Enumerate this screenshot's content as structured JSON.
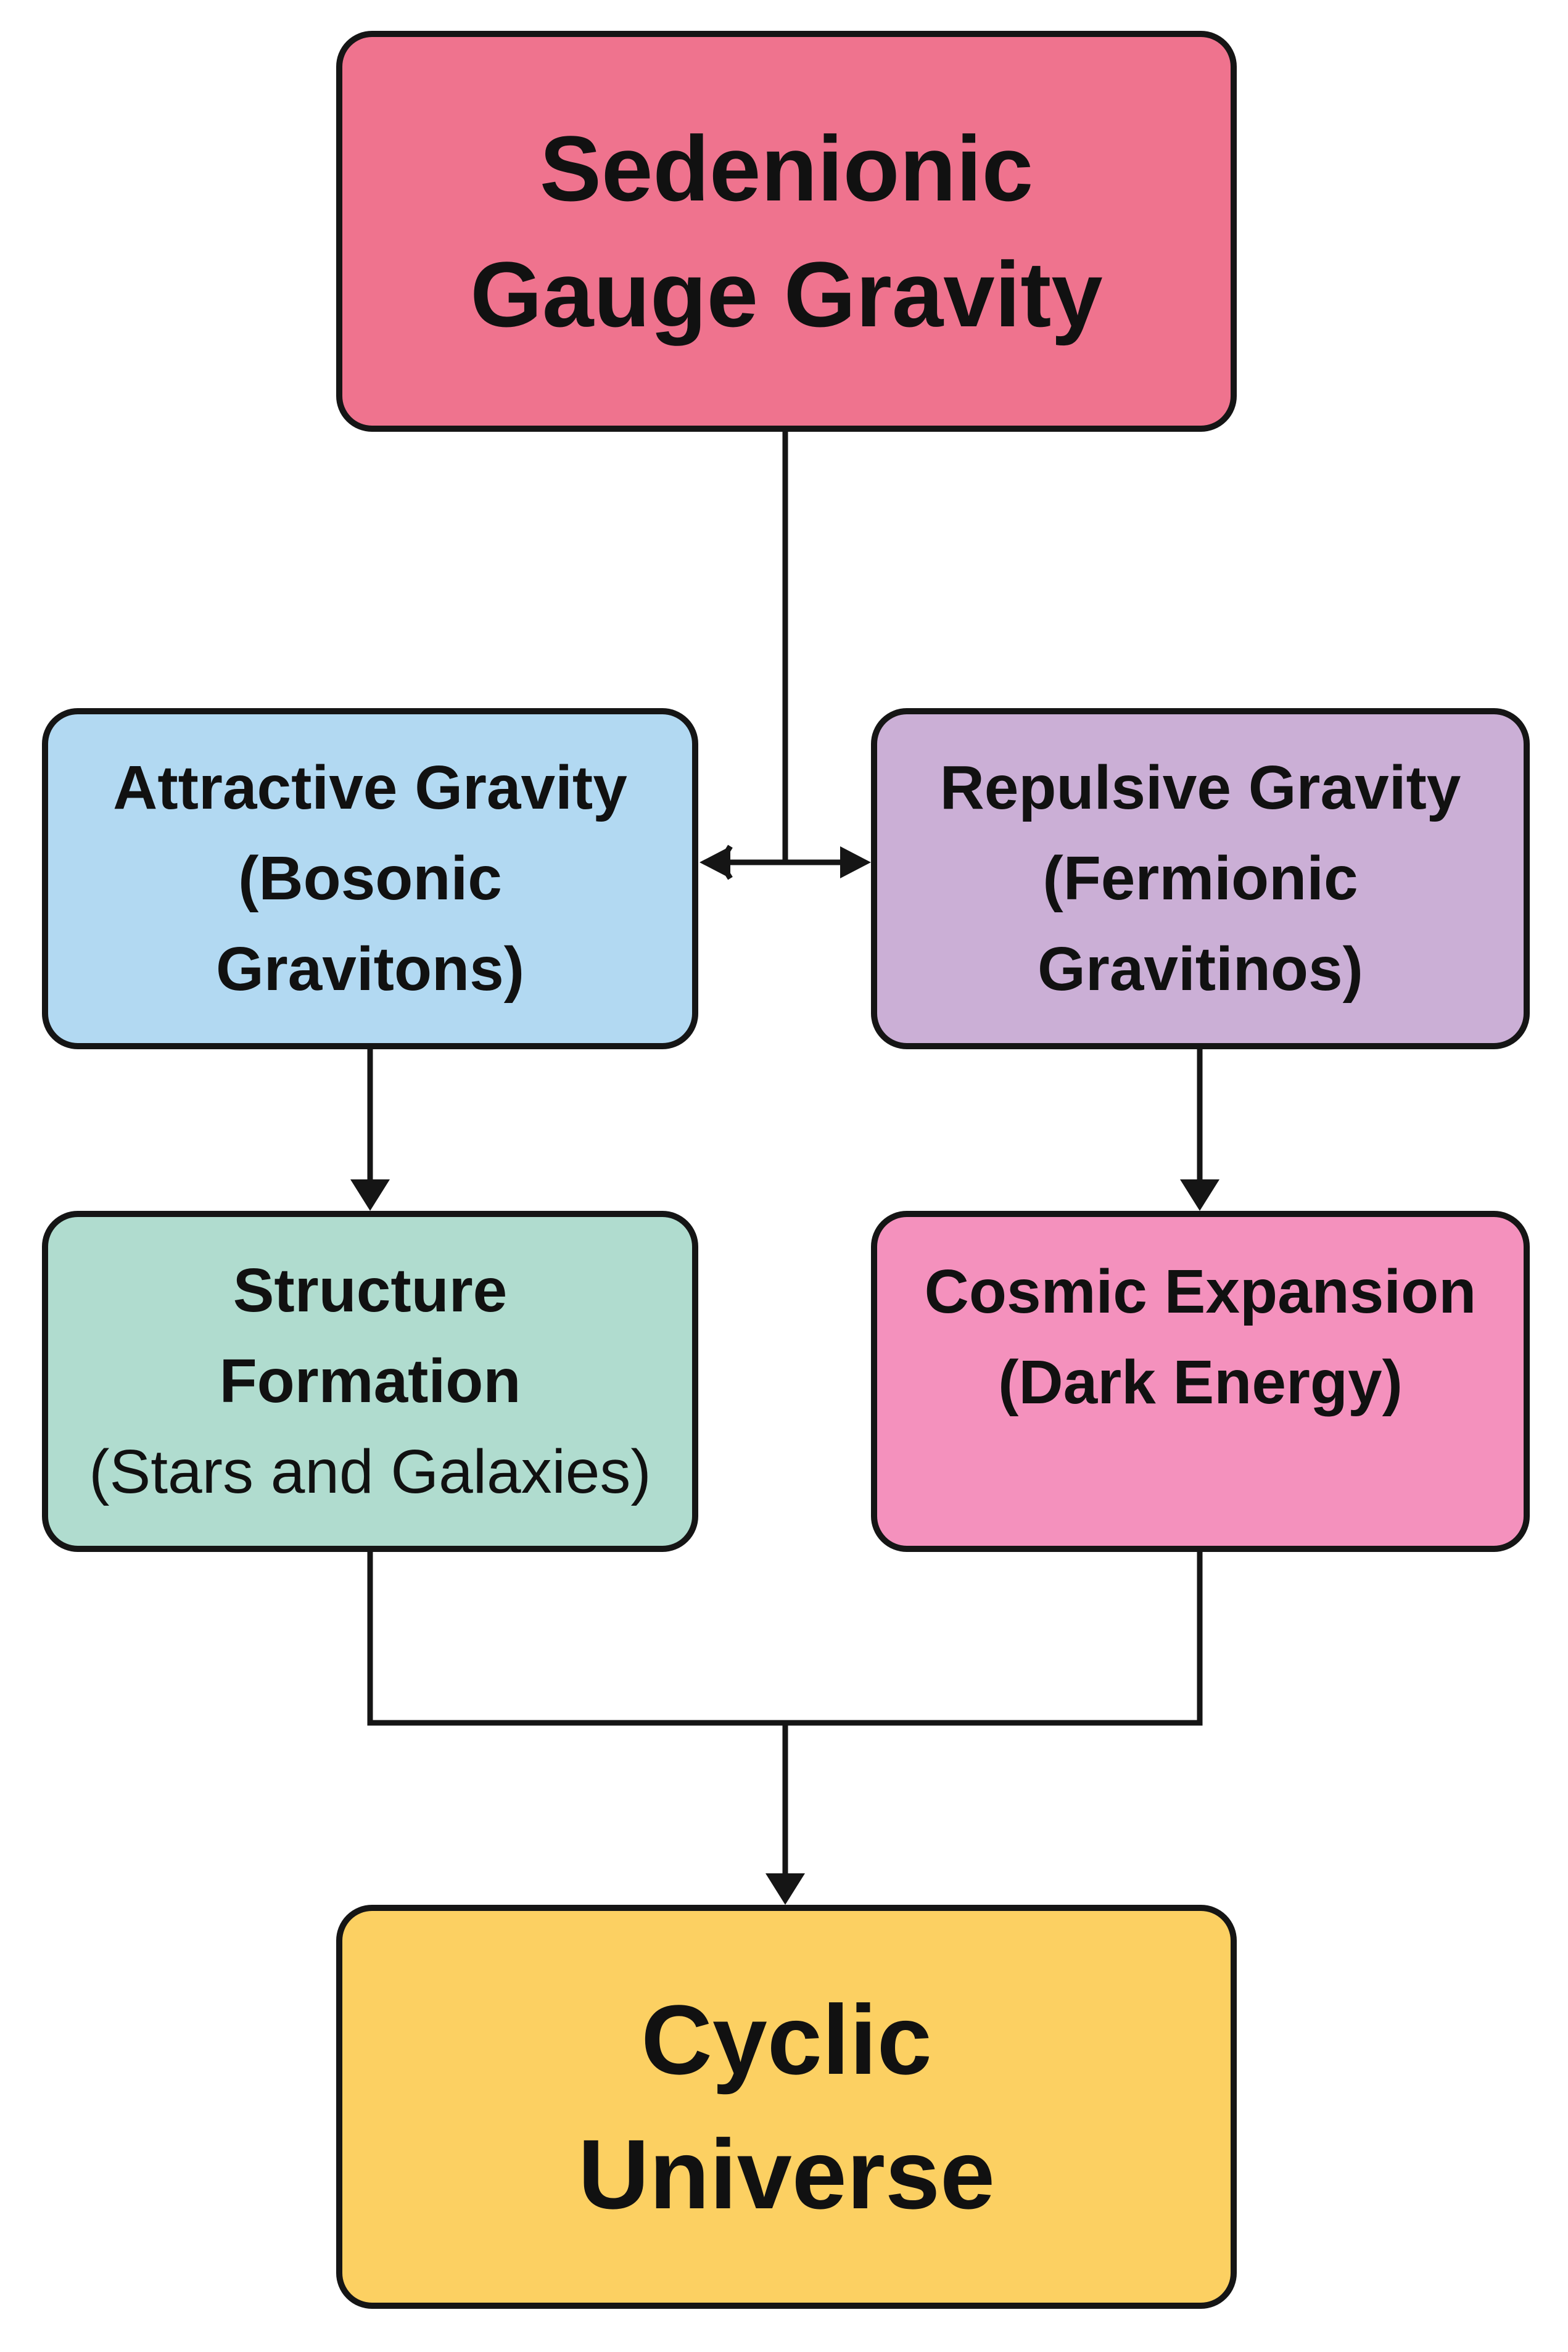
{
  "diagram": {
    "nodes": {
      "top": {
        "lines": [
          "Sedenionic",
          "Gauge Gravity"
        ],
        "fill": "#ef738e"
      },
      "attractive": {
        "lines": [
          "Attractive Gravity",
          "(Bosonic",
          "Gravitons)"
        ],
        "fill": "#b2d9f2"
      },
      "repulsive": {
        "lines": [
          "Repulsive Gravity",
          "(Fermionic",
          "Gravitinos)"
        ],
        "fill": "#cbafd6"
      },
      "structure": {
        "lines": [
          "Structure",
          "Formation",
          "(Stars and Galaxies)"
        ],
        "fill": "#b0dccf"
      },
      "cosmic": {
        "lines": [
          "Cosmic Expansion",
          "(Dark Energy)"
        ],
        "fill": "#f491bd"
      },
      "cyclic": {
        "lines": [
          "Cyclic",
          "Universe"
        ],
        "fill": "#fcd062"
      }
    },
    "edges": [
      {
        "from": "top",
        "to": "attractive"
      },
      {
        "from": "top",
        "to": "repulsive"
      },
      {
        "from": "attractive",
        "to": "structure"
      },
      {
        "from": "repulsive",
        "to": "cosmic"
      },
      {
        "from": "structure",
        "to": "cyclic"
      },
      {
        "from": "cosmic",
        "to": "cyclic"
      }
    ],
    "line_color": "#151515"
  }
}
